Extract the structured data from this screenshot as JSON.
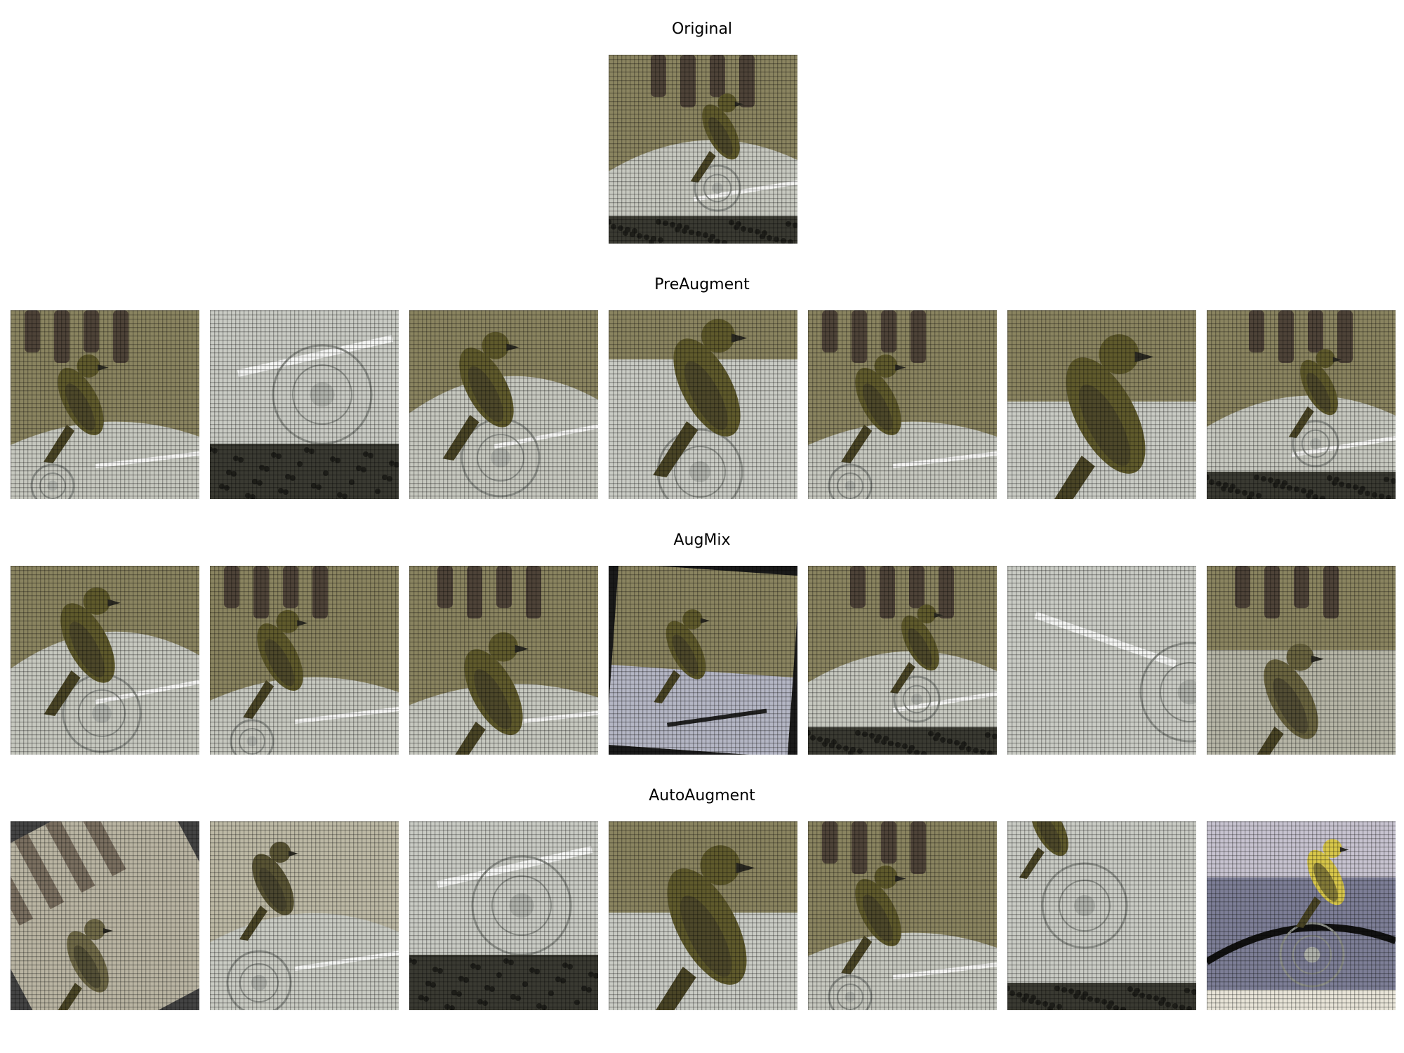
{
  "figure": {
    "rows": [
      {
        "title": "Original",
        "images": [
          {
            "scene": "full",
            "desc": "bird on feeder"
          }
        ]
      },
      {
        "title": "PreAugment",
        "images": [
          {
            "scene": "trees-bird"
          },
          {
            "scene": "feeder-seeds"
          },
          {
            "scene": "bird-feeder-zoom"
          },
          {
            "scene": "bird-zoom"
          },
          {
            "scene": "trees-bird"
          },
          {
            "scene": "bird-close"
          },
          {
            "scene": "full"
          }
        ]
      },
      {
        "title": "AugMix",
        "images": [
          {
            "scene": "bird-feeder-zoom"
          },
          {
            "scene": "trees-bird"
          },
          {
            "scene": "trees-bird-close"
          },
          {
            "scene": "rotated-posterized"
          },
          {
            "scene": "full"
          },
          {
            "scene": "feeder-only"
          },
          {
            "scene": "blurred-bird"
          }
        ]
      },
      {
        "title": "AutoAugment",
        "images": [
          {
            "scene": "rotated-faded"
          },
          {
            "scene": "faded-bird"
          },
          {
            "scene": "feeder-seeds"
          },
          {
            "scene": "bird-close"
          },
          {
            "scene": "trees-bird"
          },
          {
            "scene": "feeder-seeds-bird"
          },
          {
            "scene": "solarized"
          }
        ]
      }
    ]
  },
  "colors": {
    "grass": "#8a8460",
    "trunk": "#4e4338",
    "feeder": "#c9cbc4",
    "bird": "#5f5a2c",
    "seeds": "#3a3a32",
    "mesh": "#000000"
  }
}
